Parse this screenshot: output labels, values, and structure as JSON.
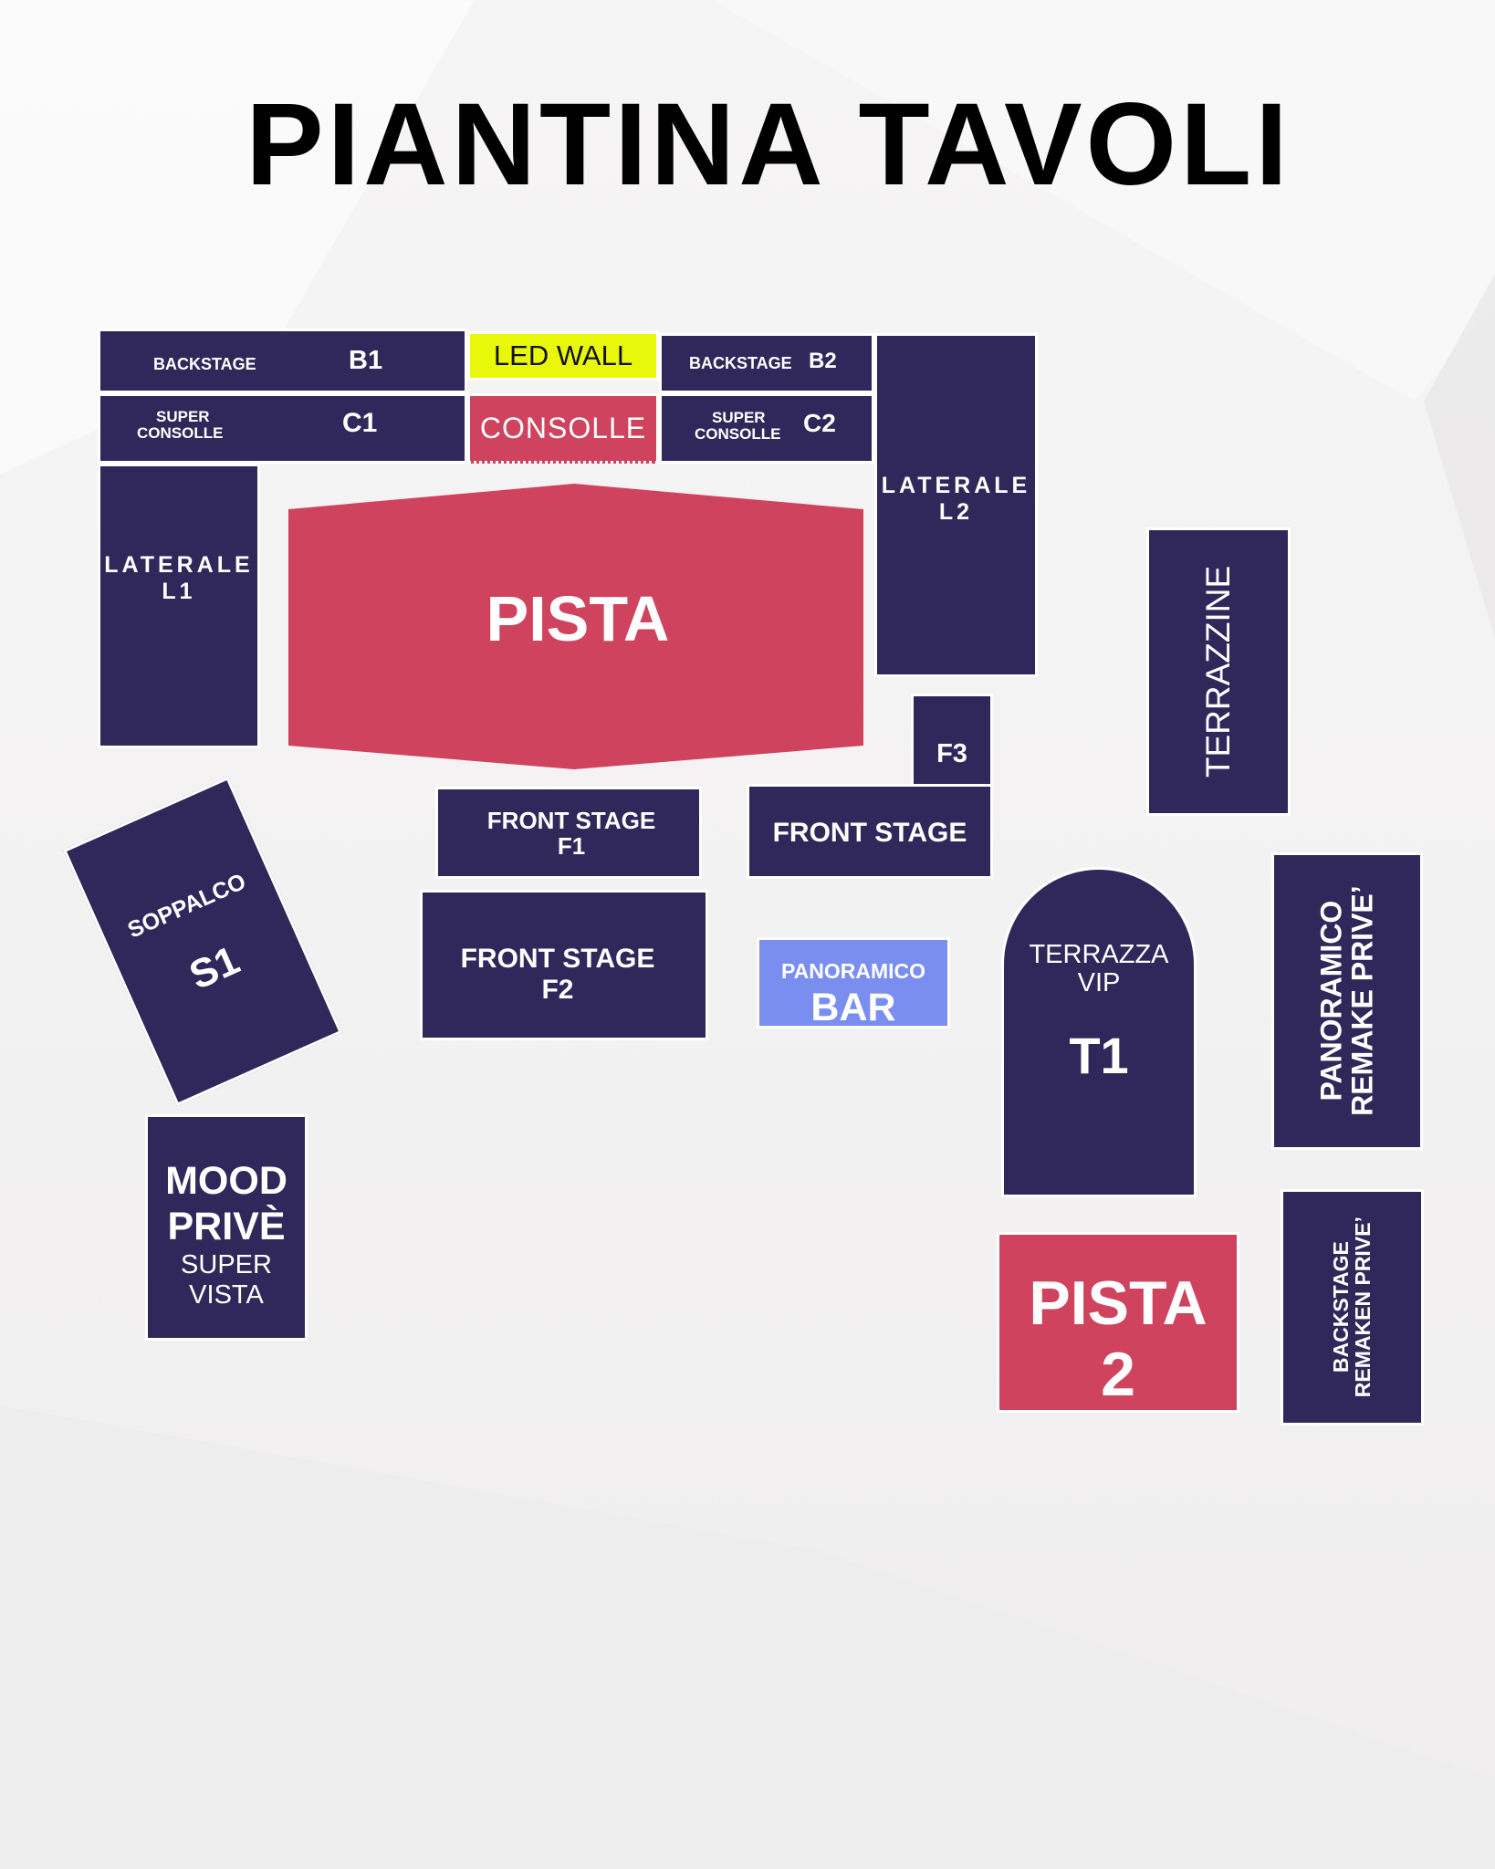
{
  "title": "PIANTINA TAVOLI",
  "colors": {
    "dark": "#30285a",
    "red": "#cf435e",
    "blue": "#7a8ef0",
    "yellow": "#e9f80a"
  },
  "zones": {
    "b1": {
      "name": "BACKSTAGE",
      "code": "B1"
    },
    "led": {
      "label": "LED WALL"
    },
    "b2": {
      "name": "BACKSTAGE",
      "code": "B2"
    },
    "c1": {
      "name_line1": "SUPER",
      "name_line2": "CONSOLLE",
      "code": "C1"
    },
    "consolle": {
      "label": "CONSOLLE"
    },
    "c2": {
      "name_line1": "SUPER",
      "name_line2": "CONSOLLE",
      "code": "C2"
    },
    "l1": {
      "name": "LATERALE",
      "code": "L1"
    },
    "l2": {
      "name": "LATERALE",
      "code": "L2"
    },
    "pista": {
      "label": "PISTA"
    },
    "terrazzine": {
      "label": "TERRAZZINE"
    },
    "f3": {
      "code": "F3"
    },
    "front_stage": {
      "label": "FRONT STAGE"
    },
    "f1": {
      "name": "FRONT STAGE",
      "code": "F1"
    },
    "f2": {
      "name": "FRONT STAGE",
      "code": "F2"
    },
    "s1": {
      "name": "SOPPALCO",
      "code": "S1"
    },
    "bar": {
      "name": "PANORAMICO",
      "code": "BAR"
    },
    "t1": {
      "name_line1": "TERRAZZA",
      "name_line2": "VIP",
      "code": "T1"
    },
    "panoramico": {
      "line1": "PANORAMICO",
      "line2": "REMAKE PRIVE’"
    },
    "mood": {
      "line1": "MOOD",
      "line2": "PRIVÈ",
      "line3": "SUPER",
      "line4": "VISTA"
    },
    "pista2": {
      "line1": "PISTA",
      "line2": "2"
    },
    "backstage_remaken": {
      "line1": "BACKSTAGE",
      "line2": "REMAKEN PRIVE’"
    }
  }
}
